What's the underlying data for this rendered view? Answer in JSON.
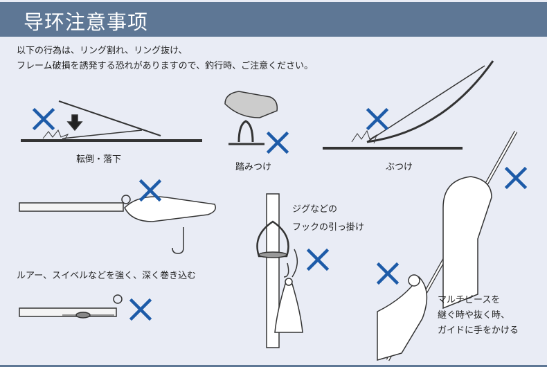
{
  "header": {
    "title": "导环注意事项"
  },
  "intro": {
    "line1": "以下の行為は、リング割れ、リング抜け、",
    "line2": "フレーム破損を誘発する恐れがありますので、釣行時、ご注意ください。"
  },
  "cases": [
    {
      "label": "転倒・落下"
    },
    {
      "label": "踏みつけ"
    },
    {
      "label": "ぶつけ"
    },
    {
      "label": "ルアー、スイベルなどを強く、深く巻き込む"
    },
    {
      "label_line1": "ジグなどの",
      "label_line2": "フックの引っ掛け"
    },
    {
      "label_line1": "マルチピースを",
      "label_line2": "継ぐ時や抜く時、",
      "label_line3": "ガイドに手をかける"
    }
  ],
  "colors": {
    "header": "#5e7795",
    "cross": "#1d5ba8",
    "background": "#e9ecf5"
  }
}
